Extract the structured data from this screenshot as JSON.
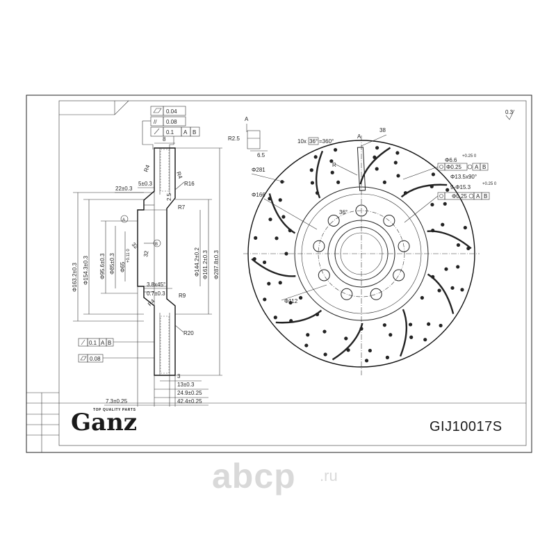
{
  "sheet": {
    "brand": "Ganz",
    "tagline": "TOP QUALITY PARTS",
    "part_number": "GIJ10017S",
    "corner_mark": "0.3"
  },
  "watermark": {
    "name": "abcp",
    "tld": ".ru"
  },
  "section_view": {
    "tolerance_frames": [
      {
        "symbol": "flatness",
        "value": "0.04"
      },
      {
        "symbol": "parallelism",
        "value": "0.08"
      },
      {
        "symbol": "runout",
        "value": "0.1",
        "datum1": "A",
        "datum2": "B"
      }
    ],
    "lower_frames": [
      {
        "symbol": "runout",
        "value": "0.1",
        "datum1": "A",
        "datum2": "B"
      },
      {
        "symbol": "flatness",
        "value": "0.08"
      }
    ],
    "labels": {
      "width_top": "8",
      "r2_5": "R2.5",
      "r6_5": "6.5",
      "r16": "R16",
      "r7": "R7",
      "r9": "R9",
      "r4": "R4",
      "r20": "R20",
      "d22": "22±0.3",
      "d5": "5±0.3",
      "d2_5": "2.5",
      "a32": "32",
      "d163": "Φ163.2±0.3",
      "d154": "Φ154.3±0.3",
      "d95": "Φ95.6±0.3",
      "d85": "Φ85±0.3",
      "d65": "Φ65",
      "d65_tol": "+0.11 0",
      "d144": "Φ144.2±0.2",
      "d161": "Φ161.2±0.3",
      "d287": "Φ287.8±0.3",
      "chamfer": "3.8x45°",
      "d0_7": "0.7±0.3",
      "d3": "3",
      "d13": "13±0.3",
      "d24_9": "24.9±0.25",
      "d42_4": "42.4±0.25",
      "d7_3": "7.3±0.25",
      "datum_a": "A",
      "datum_b": "B"
    }
  },
  "front_view": {
    "labels": {
      "section_a": "A",
      "section_a2": "A",
      "slots": "10x",
      "slots_angle": "36°",
      "slots_total": "=360°",
      "angle38": "38",
      "r_label": "R",
      "d281": "Φ281",
      "d166": "Φ166",
      "d112": "Φ112",
      "angle36": "36°",
      "hole_d": "Φ6.6",
      "hole_tol": "+0.25 0",
      "hole_pos": "Φ0.25",
      "hole_m": "M",
      "hole_a": "A",
      "hole_b": "B",
      "chamfer": "Φ13.5x90°",
      "bolt": "9-Φ15.3",
      "bolt_tol": "+0.25 0",
      "bolt_pos": "Φ0.25"
    }
  }
}
